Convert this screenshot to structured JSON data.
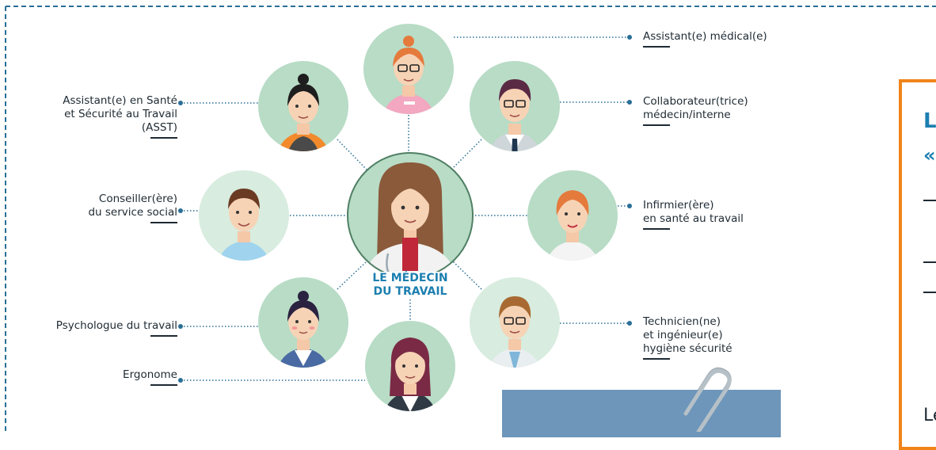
{
  "diagram": {
    "center": {
      "title_line1": "LE MÉDECIN",
      "title_line2": "DU TRAVAIL"
    },
    "roles": {
      "asst": [
        "Assistant(e) en Santé",
        "et Sécurité au Travail",
        "(ASST)"
      ],
      "conseiller": [
        "Conseiller(ère)",
        "du service social"
      ],
      "psychologue": [
        "Psychologue du travail"
      ],
      "ergonome": [
        "Ergonome"
      ],
      "assistant_medical": [
        "Assistant(e) médical(e)"
      ],
      "collaborateur": [
        "Collaborateur(trice)",
        "médecin/interne"
      ],
      "infirmier": [
        "Infirmier(ère)",
        "en santé au travail"
      ],
      "technicien": [
        "Technicien(ne)",
        "et ingénieur(e)",
        "hygiène sécurité"
      ]
    }
  },
  "side_card": {
    "heading_letter": "L",
    "quote_mark": "«",
    "footer_fragment": "Le"
  },
  "colors": {
    "avatar_bg": "#b8dcc6",
    "center_bg": "#b8dcc6",
    "connector": "#2a6f97",
    "title_blue": "#1c7fb0",
    "accent_orange": "#f08419",
    "box_blue": "#6d96ba"
  }
}
